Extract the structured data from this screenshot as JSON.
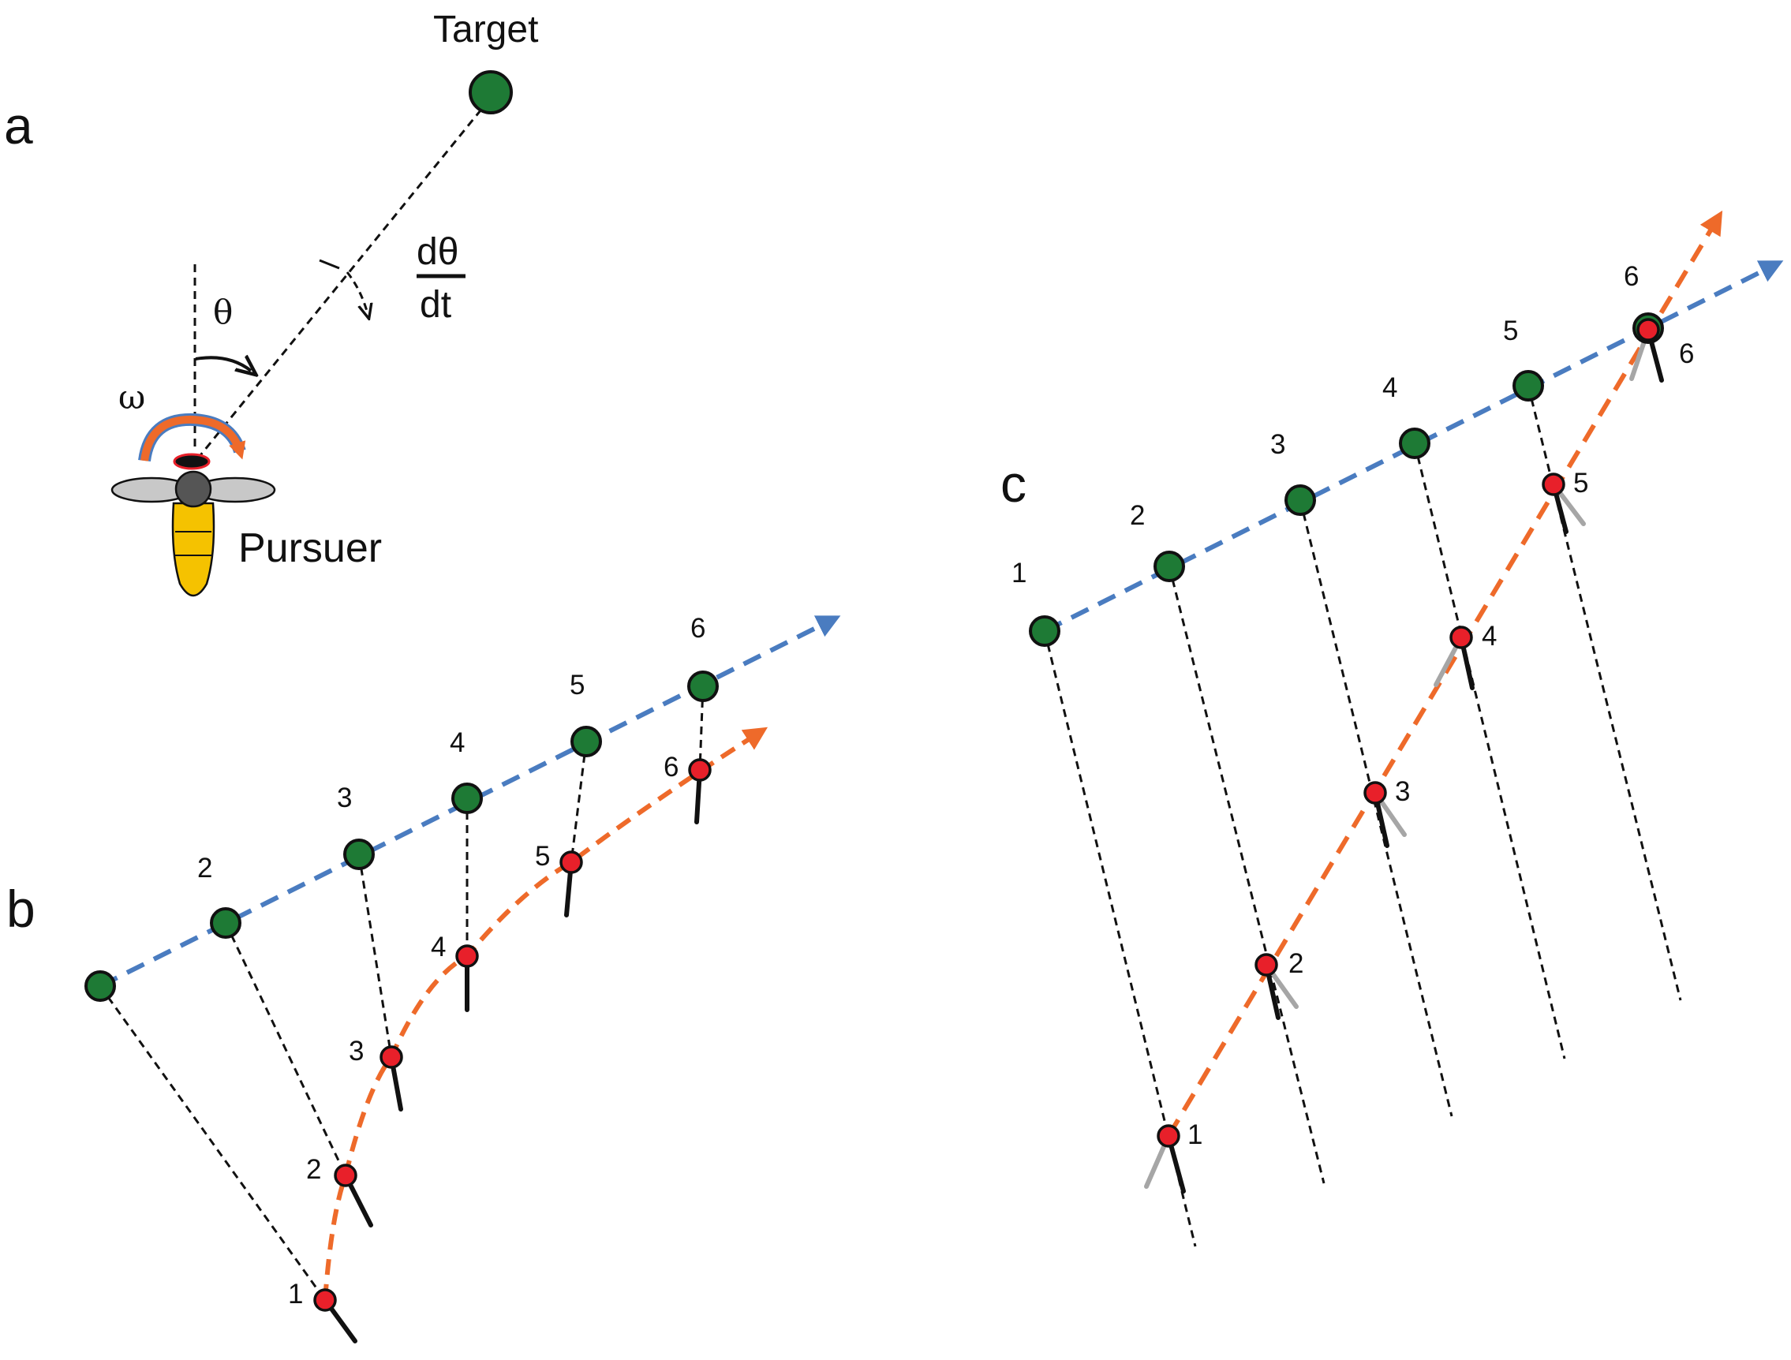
{
  "panels": {
    "a": {
      "label": "a",
      "target_label": "Target",
      "pursuer_label": "Pursuer",
      "theta": "θ",
      "omega": "ω",
      "rate_numerator": "dθ",
      "rate_denominator": "dt"
    },
    "b": {
      "label": "b",
      "steps": [
        "1",
        "2",
        "3",
        "4",
        "5",
        "6"
      ]
    },
    "c": {
      "label": "c",
      "steps": [
        "1",
        "2",
        "3",
        "4",
        "5",
        "6"
      ]
    }
  },
  "colors": {
    "target_fill": "#1e7a35",
    "pursuer_fill": "#e8202a",
    "target_path": "#4a7cc0",
    "pursuer_path": "#ee6a2a",
    "sight_line": "#111111",
    "heading": "#111111",
    "prior_heading": "#a6a6a6",
    "bee_body": "#f5c200",
    "bee_wing": "#c8c8c8",
    "bee_head": "#555555"
  }
}
